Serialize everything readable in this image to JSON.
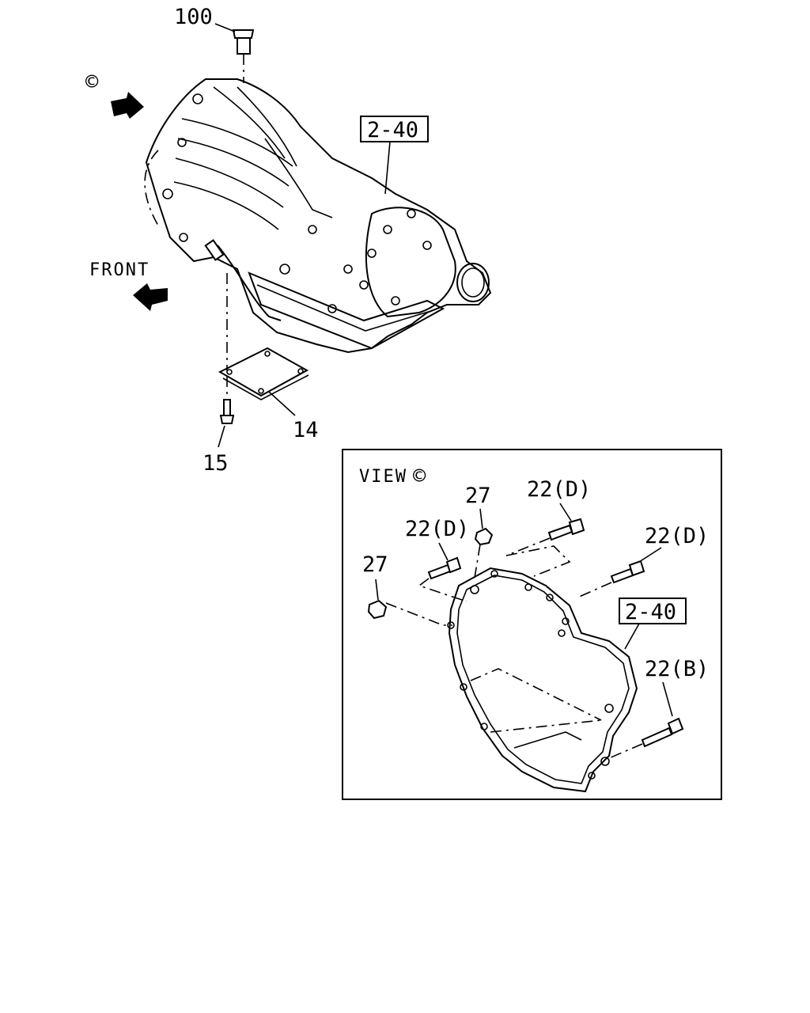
{
  "callouts": {
    "part_100": "100",
    "view_marker": "©",
    "ref_top": "2-40",
    "front": "FRONT",
    "part_14": "14",
    "part_15": "15"
  },
  "inset": {
    "title": "VIEW",
    "title_marker": "©",
    "part_27_top": "27",
    "part_22d_top": "22(D)",
    "part_22d_left": "22(D)",
    "part_22d_right": "22(D)",
    "part_27_left": "27",
    "ref": "2-40",
    "part_22b": "22(B)"
  }
}
